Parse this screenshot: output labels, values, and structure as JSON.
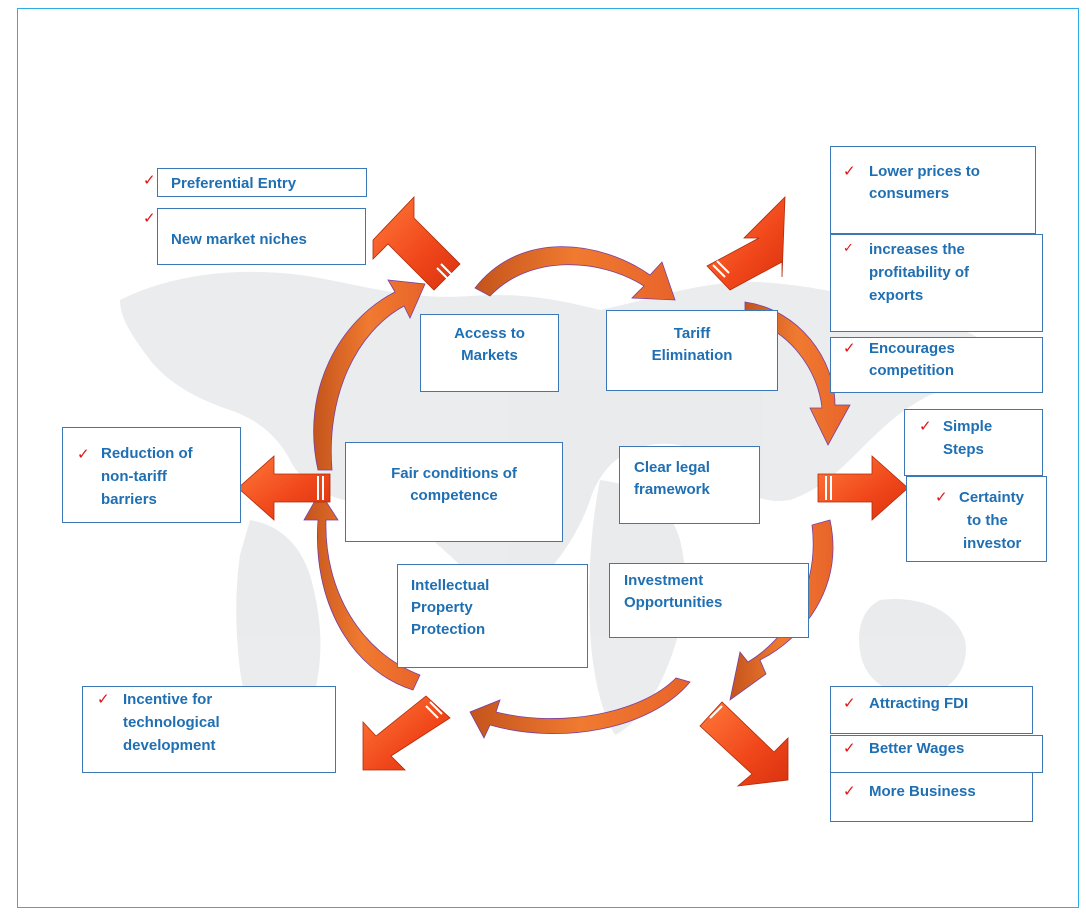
{
  "colors": {
    "text": "#1f6fb3",
    "border": "#3d78b6",
    "check": "#e01515",
    "arrow_fill": "#f25a1e",
    "curve_fill": "#e26a2c",
    "frame": "#29aee6"
  },
  "check_glyph": "✓",
  "center": {
    "access": [
      "Access to",
      "Markets"
    ],
    "tariff": [
      "Tariff",
      "Elimination"
    ],
    "fair": [
      "Fair conditions of",
      "competence"
    ],
    "legal": [
      "Clear legal",
      "framework"
    ],
    "ip": [
      "Intellectual",
      "Property",
      "Protection"
    ],
    "investment": [
      "Investment",
      "Opportunities"
    ]
  },
  "outer": {
    "preferential_entry": "Preferential Entry",
    "new_market_niches": "New market niches",
    "lower_prices": [
      "Lower prices to",
      "consumers"
    ],
    "profitability": [
      "increases the",
      "profitability of",
      "exports"
    ],
    "competition": [
      "Encourages",
      "competition"
    ],
    "non_tariff": [
      "Reduction of",
      "non-tariff",
      "barriers"
    ],
    "simple_steps": [
      "Simple",
      "Steps"
    ],
    "certainty": [
      "Certainty",
      "to the",
      "investor"
    ],
    "technology": [
      "Incentive for",
      "technological",
      "development"
    ],
    "fdi": "Attracting FDI",
    "wages": "Better Wages",
    "business": "More Business"
  }
}
